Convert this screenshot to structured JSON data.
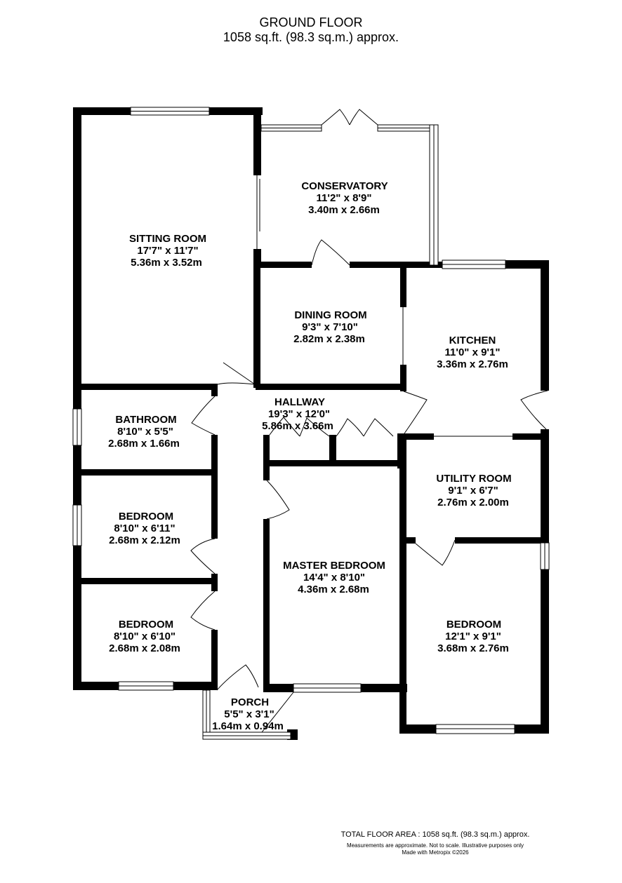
{
  "header": {
    "title": "GROUND FLOOR",
    "subtitle": "1058 sq.ft. (98.3 sq.m.) approx."
  },
  "rooms": {
    "sitting_room": {
      "name": "SITTING ROOM",
      "imperial": "17'7\"  x 11'7\"",
      "metric": "5.36m  x 3.52m"
    },
    "conservatory": {
      "name": "CONSERVATORY",
      "imperial": "11'2\"  x 8'9\"",
      "metric": "3.40m  x 2.66m"
    },
    "dining_room": {
      "name": "DINING ROOM",
      "imperial": "9'3\"  x 7'10\"",
      "metric": "2.82m  x 2.38m"
    },
    "kitchen": {
      "name": "KITCHEN",
      "imperial": "11'0\"  x 9'1\"",
      "metric": "3.36m  x 2.76m"
    },
    "hallway": {
      "name": "HALLWAY",
      "imperial": "19'3\"  x 12'0\"",
      "metric": "5.86m  x 3.66m"
    },
    "bathroom": {
      "name": "BATHROOM",
      "imperial": "8'10\"  x 5'5\"",
      "metric": "2.68m  x 1.66m"
    },
    "utility_room": {
      "name": "UTILITY ROOM",
      "imperial": "9'1\"  x 6'7\"",
      "metric": "2.76m  x 2.00m"
    },
    "bedroom_2": {
      "name": "BEDROOM",
      "imperial": "8'10\"  x 6'11\"",
      "metric": "2.68m  x 2.12m"
    },
    "master_bedroom": {
      "name": "MASTER BEDROOM",
      "imperial": "14'4\"  x 8'10\"",
      "metric": "4.36m  x 2.68m"
    },
    "bedroom_3": {
      "name": "BEDROOM",
      "imperial": "8'10\"  x 6'10\"",
      "metric": "2.68m  x 2.08m"
    },
    "bedroom_1": {
      "name": "BEDROOM",
      "imperial": "12'1\"  x 9'1\"",
      "metric": "3.68m  x 2.76m"
    },
    "porch": {
      "name": "PORCH",
      "imperial": "5'5\"  x 3'1\"",
      "metric": "1.64m  x 0.94m"
    }
  },
  "footer": {
    "total_area": "TOTAL FLOOR AREA : 1058 sq.ft. (98.3 sq.m.) approx.",
    "disclaimer": "Measurements are approximate.  Not to scale.  Illustrative purposes only",
    "credit": "Made with Metropix ©2026"
  }
}
